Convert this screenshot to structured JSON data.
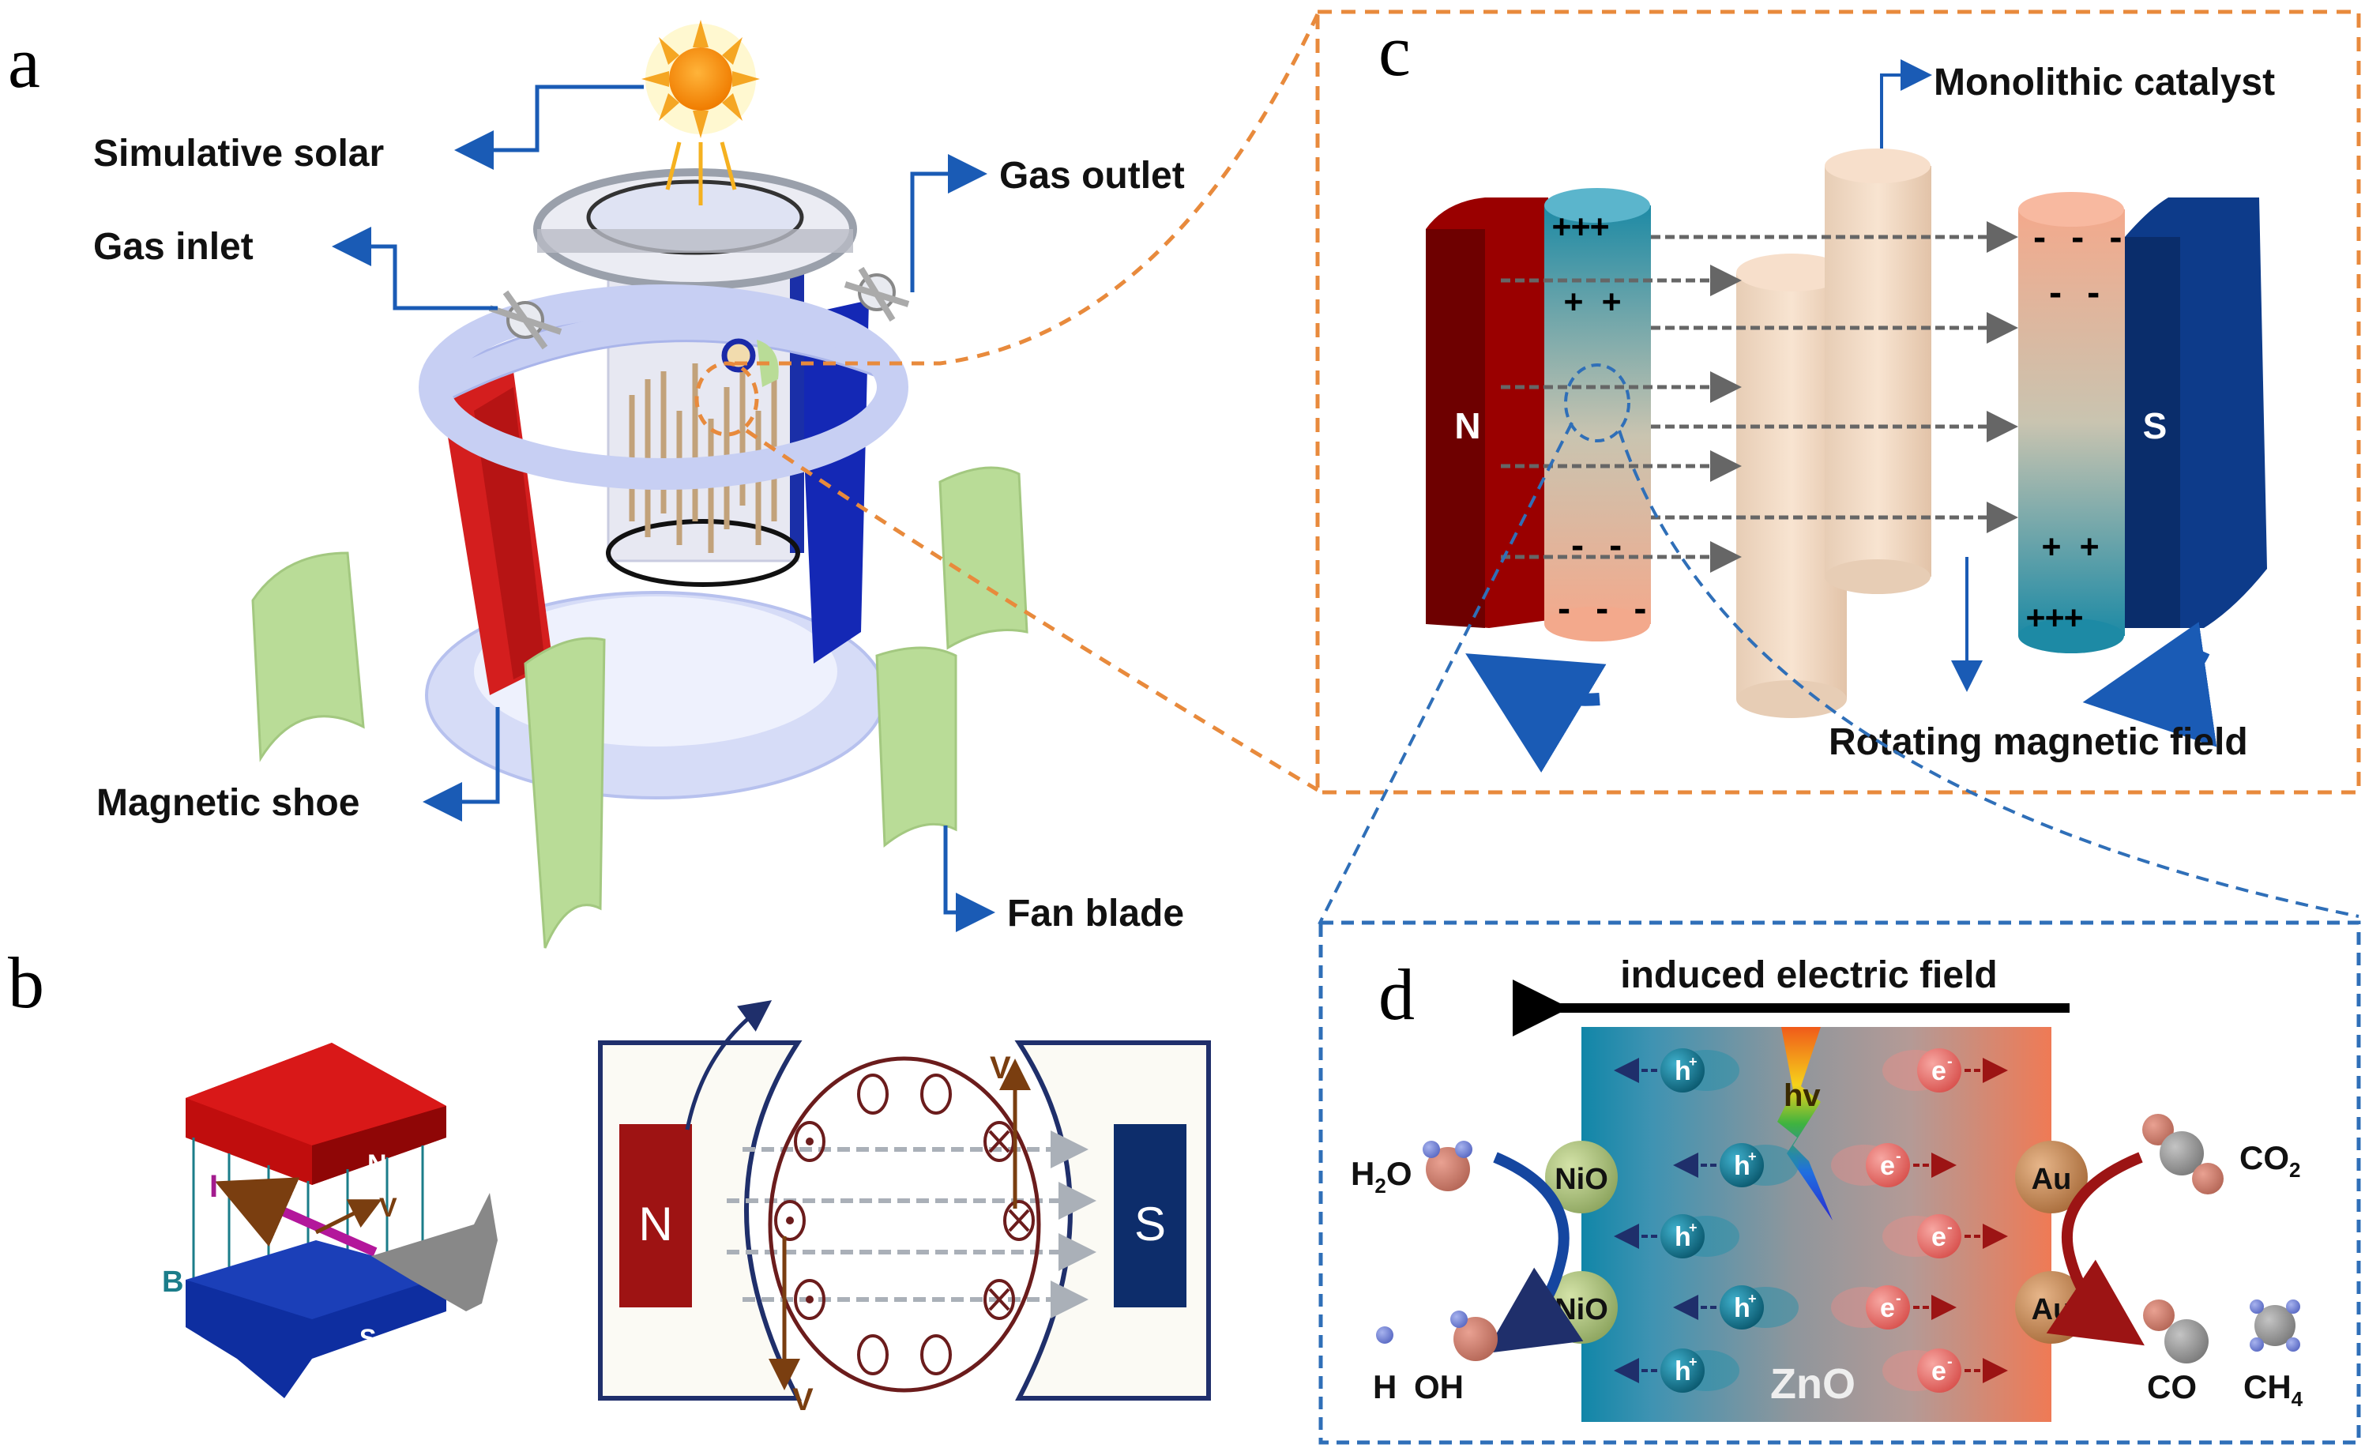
{
  "figure": {
    "panels": {
      "a": {
        "letter": "a",
        "labels": {
          "simulative_solar": "Simulative solar",
          "gas_inlet": "Gas inlet",
          "gas_outlet": "Gas outlet",
          "magnetic_shoe": "Magnetic shoe",
          "fan_blade": "Fan blade"
        }
      },
      "b": {
        "letter": "b",
        "left": {
          "north": "N",
          "south": "S",
          "current": "I",
          "velocity": "V",
          "field": "B"
        },
        "right": {
          "north": "N",
          "south": "S",
          "velocity_top": "V",
          "velocity_bottom": "V"
        }
      },
      "c": {
        "letter": "c",
        "labels": {
          "monolithic_catalyst": "Monolithic catalyst",
          "rotating_field": "Rotating magnetic field",
          "north": "N",
          "south": "S"
        },
        "charges": {
          "left_top": "+++",
          "left_mid": "+ +",
          "left_lower": "- -",
          "left_bottom": "- - -",
          "right_top": "- - -",
          "right_mid": "- -",
          "right_lower": "+ +",
          "right_bottom": "+++"
        }
      },
      "d": {
        "letter": "d",
        "field_label": "induced electric field",
        "semiconductor": "ZnO",
        "photon": "hv",
        "hole": "h",
        "hole_sup": "+",
        "electron": "e",
        "electron_sup": "-",
        "left_catalyst": "NiO",
        "right_catalyst": "Au",
        "species": {
          "h2o": "H",
          "h2o_sub": "2",
          "h2o_end": "O",
          "h": "H",
          "oh": "OH",
          "co2": "CO",
          "co2_sub": "2",
          "co": "CO",
          "ch4": "CH",
          "ch4_sub": "4"
        }
      }
    },
    "colors": {
      "north_red": "#a50f0f",
      "south_blue": "#0d2f7a",
      "arrow_blue": "#1a5bb5",
      "fan_green": "#b9dc97",
      "zoom_orange": "#e88a3c",
      "zoom_blue": "#2f6fb8",
      "hole_teal": "#117a94",
      "electron_red": "#e06a66",
      "nio_green": "#a9c07a",
      "au_bronze": "#c98b55"
    }
  }
}
